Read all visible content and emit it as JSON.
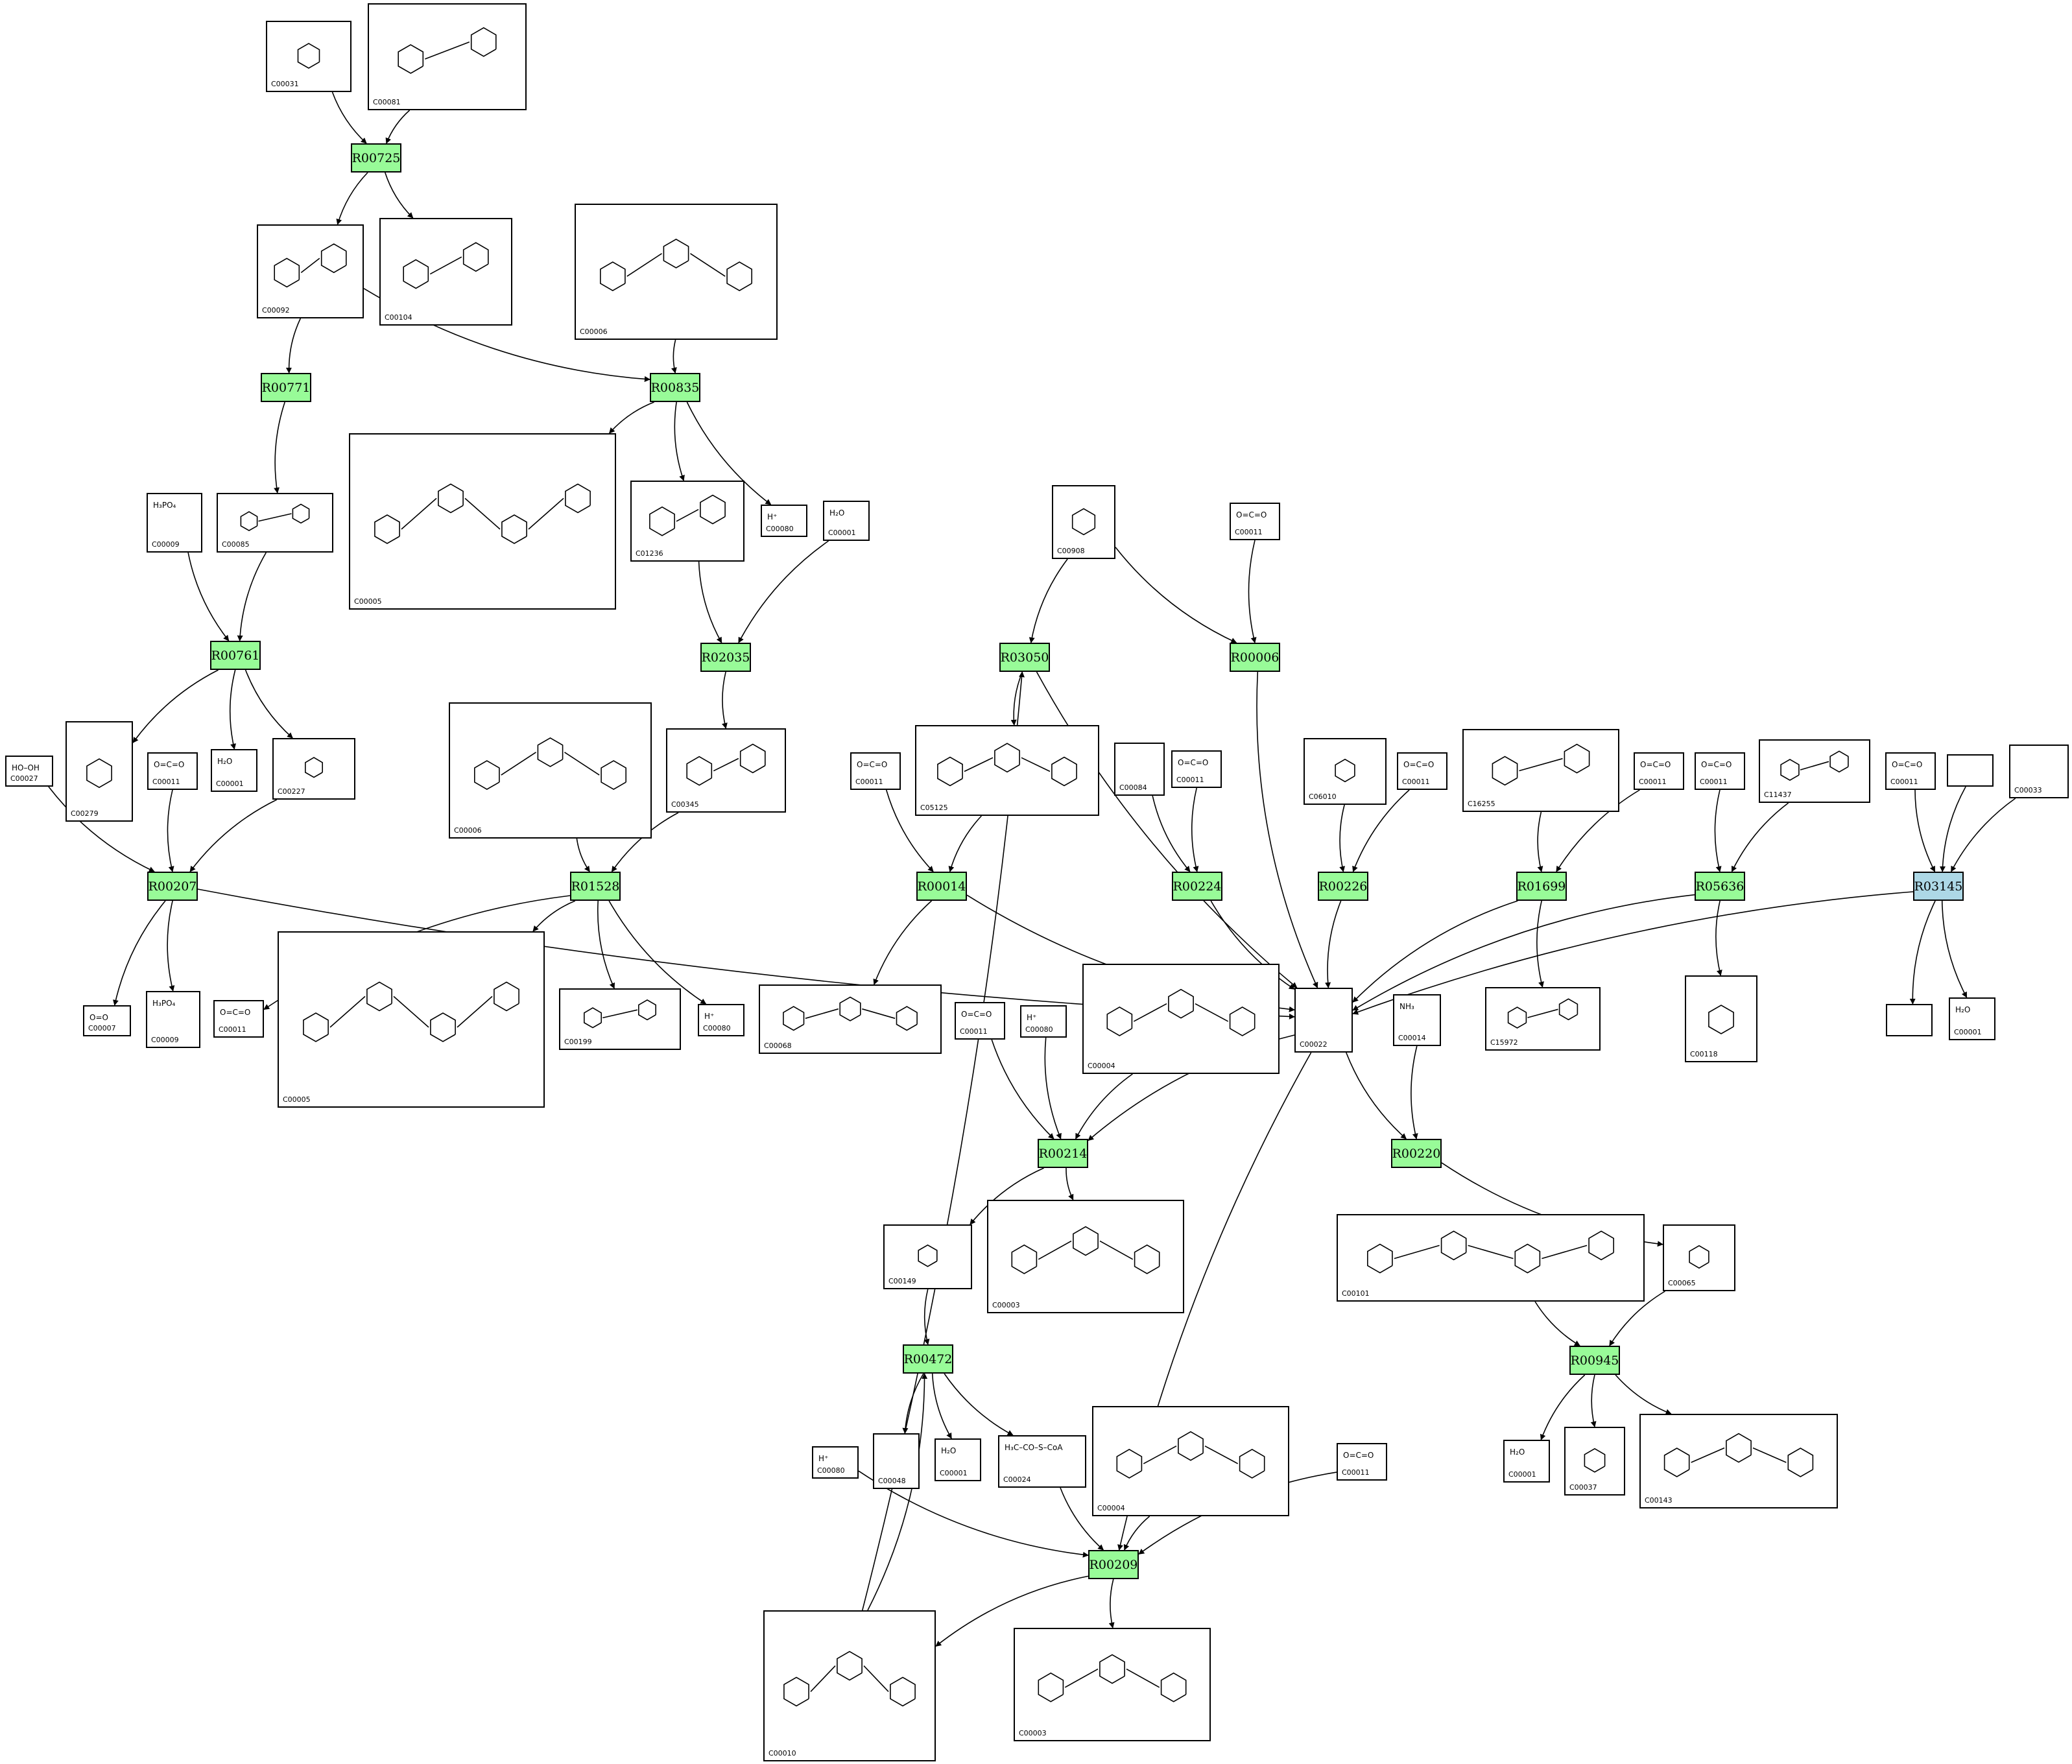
{
  "colors": {
    "reaction_fill": "#98fb98",
    "reaction_highlight_fill": "#add8e6",
    "edge": "#000000",
    "node_border": "#000000"
  },
  "reactions": [
    {
      "id": "R00725"
    },
    {
      "id": "R00771"
    },
    {
      "id": "R00835"
    },
    {
      "id": "R00761"
    },
    {
      "id": "R02035"
    },
    {
      "id": "R03050"
    },
    {
      "id": "R00006"
    },
    {
      "id": "R00207"
    },
    {
      "id": "R01528"
    },
    {
      "id": "R00014"
    },
    {
      "id": "R00224"
    },
    {
      "id": "R00226"
    },
    {
      "id": "R01699"
    },
    {
      "id": "R05636"
    },
    {
      "id": "R03145"
    },
    {
      "id": "R00214"
    },
    {
      "id": "R00220"
    },
    {
      "id": "R00472"
    },
    {
      "id": "R00945"
    },
    {
      "id": "R00209"
    }
  ],
  "compounds": [
    {
      "key": "C00031",
      "label": "C00031"
    },
    {
      "key": "C00081",
      "label": "C00081"
    },
    {
      "key": "C00092",
      "label": "C00092"
    },
    {
      "key": "C00104",
      "label": "C00104"
    },
    {
      "key": "C00006a",
      "label": "C00006"
    },
    {
      "key": "C00009a",
      "label": "C00009",
      "formula": "H₃PO₄"
    },
    {
      "key": "C00085",
      "label": "C00085"
    },
    {
      "key": "C00005a",
      "label": "C00005"
    },
    {
      "key": "C01236",
      "label": "C01236"
    },
    {
      "key": "C00080a",
      "label": "C00080",
      "formula": "H⁺"
    },
    {
      "key": "C00001a",
      "label": "C00001",
      "formula": "H₂O"
    },
    {
      "key": "C00908",
      "label": "C00908"
    },
    {
      "key": "C00011a",
      "label": "C00011",
      "formula": "O=C=O"
    },
    {
      "key": "C00027",
      "label": "C00027",
      "formula": "HO–OH"
    },
    {
      "key": "C00279",
      "label": "C00279"
    },
    {
      "key": "C00011b",
      "label": "C00011",
      "formula": "O=C=O"
    },
    {
      "key": "C00001b",
      "label": "C00001",
      "formula": "H₂O"
    },
    {
      "key": "C00227",
      "label": "C00227"
    },
    {
      "key": "C00006b",
      "label": "C00006"
    },
    {
      "key": "C00345",
      "label": "C00345"
    },
    {
      "key": "C00011c",
      "label": "C00011",
      "formula": "O=C=O"
    },
    {
      "key": "C05125",
      "label": "C05125"
    },
    {
      "key": "C00084",
      "label": "C00084"
    },
    {
      "key": "C00011d",
      "label": "C00011",
      "formula": "O=C=O"
    },
    {
      "key": "C06010",
      "label": "C06010"
    },
    {
      "key": "C00011e",
      "label": "C00011",
      "formula": "O=C=O"
    },
    {
      "key": "C16255",
      "label": "C16255"
    },
    {
      "key": "C00011f",
      "label": "C00011",
      "formula": "O=C=O"
    },
    {
      "key": "C00011g",
      "label": "C00011",
      "formula": "O=C=O"
    },
    {
      "key": "C11437",
      "label": "C11437"
    },
    {
      "key": "C00011h",
      "label": "C00011",
      "formula": "O=C=O"
    },
    {
      "key": "BLANK1",
      "label": ""
    },
    {
      "key": "C00033",
      "label": "C00033"
    },
    {
      "key": "C00007",
      "label": "C00007",
      "formula": "O=O"
    },
    {
      "key": "C00009b",
      "label": "C00009",
      "formula": "H₃PO₄"
    },
    {
      "key": "C00011i",
      "label": "C00011",
      "formula": "O=C=O"
    },
    {
      "key": "C00005b",
      "label": "C00005"
    },
    {
      "key": "C00199",
      "label": "C00199"
    },
    {
      "key": "C00080b",
      "label": "C00080",
      "formula": "H⁺"
    },
    {
      "key": "C00068",
      "label": "C00068"
    },
    {
      "key": "C00011j",
      "label": "C00011",
      "formula": "O=C=O"
    },
    {
      "key": "C00080c",
      "label": "C00080",
      "formula": "H⁺"
    },
    {
      "key": "C00004a",
      "label": "C00004"
    },
    {
      "key": "C00022",
      "label": "C00022"
    },
    {
      "key": "C00014",
      "label": "C00014",
      "formula": "NH₃"
    },
    {
      "key": "C15972",
      "label": "C15972"
    },
    {
      "key": "C00118",
      "label": "C00118"
    },
    {
      "key": "BLANK2",
      "label": ""
    },
    {
      "key": "C00001c",
      "label": "C00001",
      "formula": "H₂O"
    },
    {
      "key": "C00149",
      "label": "C00149"
    },
    {
      "key": "C00003a",
      "label": "C00003"
    },
    {
      "key": "C00101",
      "label": "C00101"
    },
    {
      "key": "C00065",
      "label": "C00065"
    },
    {
      "key": "C00048",
      "label": "C00048"
    },
    {
      "key": "C00001d",
      "label": "C00001",
      "formula": "H₂O"
    },
    {
      "key": "C00024",
      "label": "C00024",
      "formula": "H₃C–CO–S–CoA"
    },
    {
      "key": "C00080d",
      "label": "C00080",
      "formula": "H⁺"
    },
    {
      "key": "C00004b",
      "label": "C00004"
    },
    {
      "key": "C00011k",
      "label": "C00011",
      "formula": "O=C=O"
    },
    {
      "key": "C00001e",
      "label": "C00001",
      "formula": "H₂O"
    },
    {
      "key": "C00037",
      "label": "C00037"
    },
    {
      "key": "C00143",
      "label": "C00143"
    },
    {
      "key": "C00010",
      "label": "C00010"
    },
    {
      "key": "C00003b",
      "label": "C00003"
    }
  ]
}
